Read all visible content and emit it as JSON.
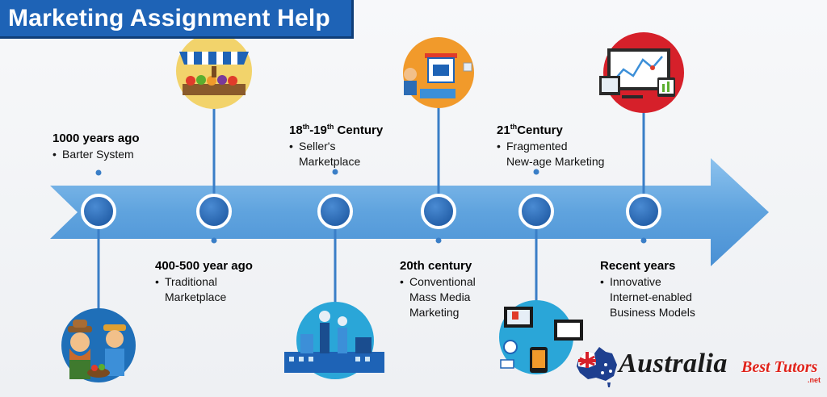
{
  "banner": {
    "title": "Marketing Assignment Help"
  },
  "timeline": [
    {
      "heading": "1000 years ago",
      "sup": "",
      "heading_rest": "",
      "bullets": [
        "Barter System"
      ]
    },
    {
      "heading": "400-500 year ago",
      "sup": "",
      "heading_rest": "",
      "bullets": [
        "Traditional",
        "Marketplace"
      ]
    },
    {
      "heading": "18",
      "sup": "th",
      "mid": "-19",
      "sup2": "th",
      "heading_rest": " Century",
      "bullets": [
        "Seller's",
        "Marketplace"
      ]
    },
    {
      "heading": "20th century",
      "sup": "",
      "heading_rest": "",
      "bullets": [
        "Conventional",
        "Mass Media",
        "Marketing"
      ]
    },
    {
      "heading": "21",
      "sup": "th",
      "heading_rest": "Century",
      "bullets": [
        "Fragmented",
        "New-age Marketing"
      ]
    },
    {
      "heading": "Recent years",
      "sup": "",
      "heading_rest": "",
      "bullets": [
        "Innovative",
        "Internet-enabled",
        "Business Models"
      ]
    }
  ],
  "logo": {
    "word": "Australia",
    "sub": "Best Tutors",
    "tag": ".net"
  },
  "colors": {
    "banner": "#1e63b6",
    "arrow": "#5fa3de",
    "node": "#2c6cb5",
    "stem": "#3a7ec7"
  },
  "icons": [
    "farmers-icon",
    "market-stall-icon",
    "factory-icon",
    "shop-robot-icon",
    "media-devices-icon",
    "analytics-devices-icon",
    "australia-map-icon"
  ]
}
